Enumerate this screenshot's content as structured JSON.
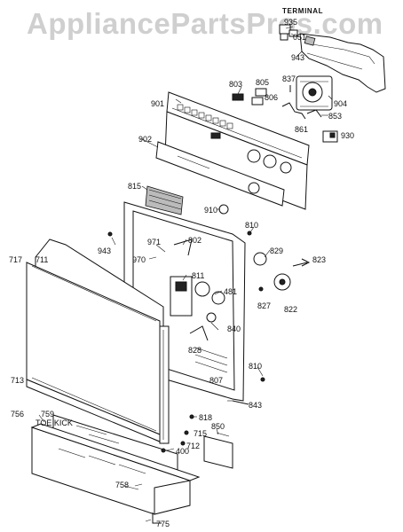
{
  "watermark": "AppliancePartsPros.com",
  "header_label": "TERMINAL",
  "diagram_labels": {
    "toe_kick": "TOE KICK"
  },
  "callouts": [
    "935",
    "051",
    "943",
    "837",
    "805",
    "803",
    "806",
    "901",
    "904",
    "853",
    "861",
    "930",
    "902",
    "815",
    "910",
    "810",
    "971",
    "802",
    "943",
    "829",
    "823",
    "970",
    "811",
    "481",
    "827",
    "822",
    "840",
    "828",
    "810",
    "843",
    "807",
    "818",
    "715",
    "712",
    "400",
    "850",
    "717",
    "711",
    "713",
    "756",
    "759",
    "758",
    "775"
  ]
}
